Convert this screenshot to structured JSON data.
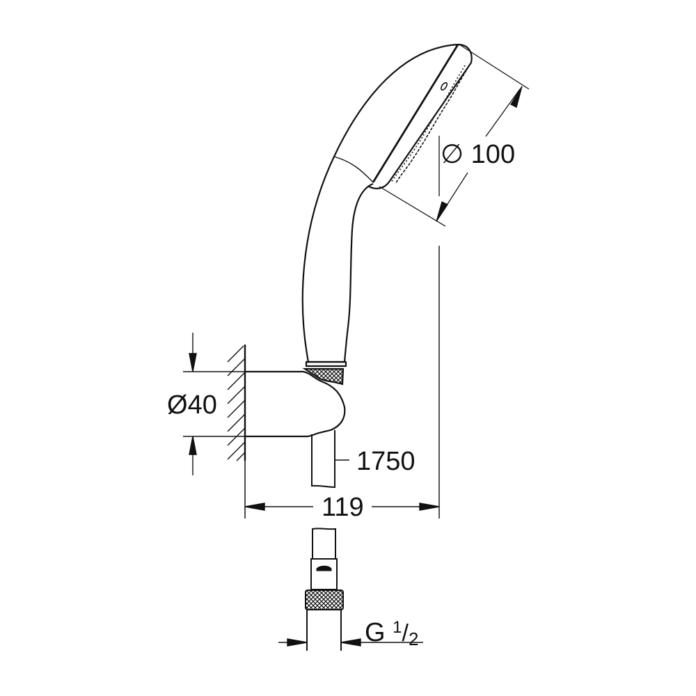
{
  "drawing": {
    "title": "Hand shower with wall holder and hose - technical drawing",
    "colors": {
      "line": "#111111",
      "extension_line": "#555555",
      "background": "#ffffff"
    }
  },
  "dimensions": {
    "head_diameter": {
      "symbol": "∅",
      "value": "100"
    },
    "holder_diameter": {
      "symbol": "Ø",
      "value": "40"
    },
    "hose_length": {
      "value": "1750"
    },
    "projection": {
      "value": "119"
    },
    "thread": {
      "prefix": "G",
      "numerator": "1",
      "slash": "/",
      "denominator": "2"
    }
  }
}
